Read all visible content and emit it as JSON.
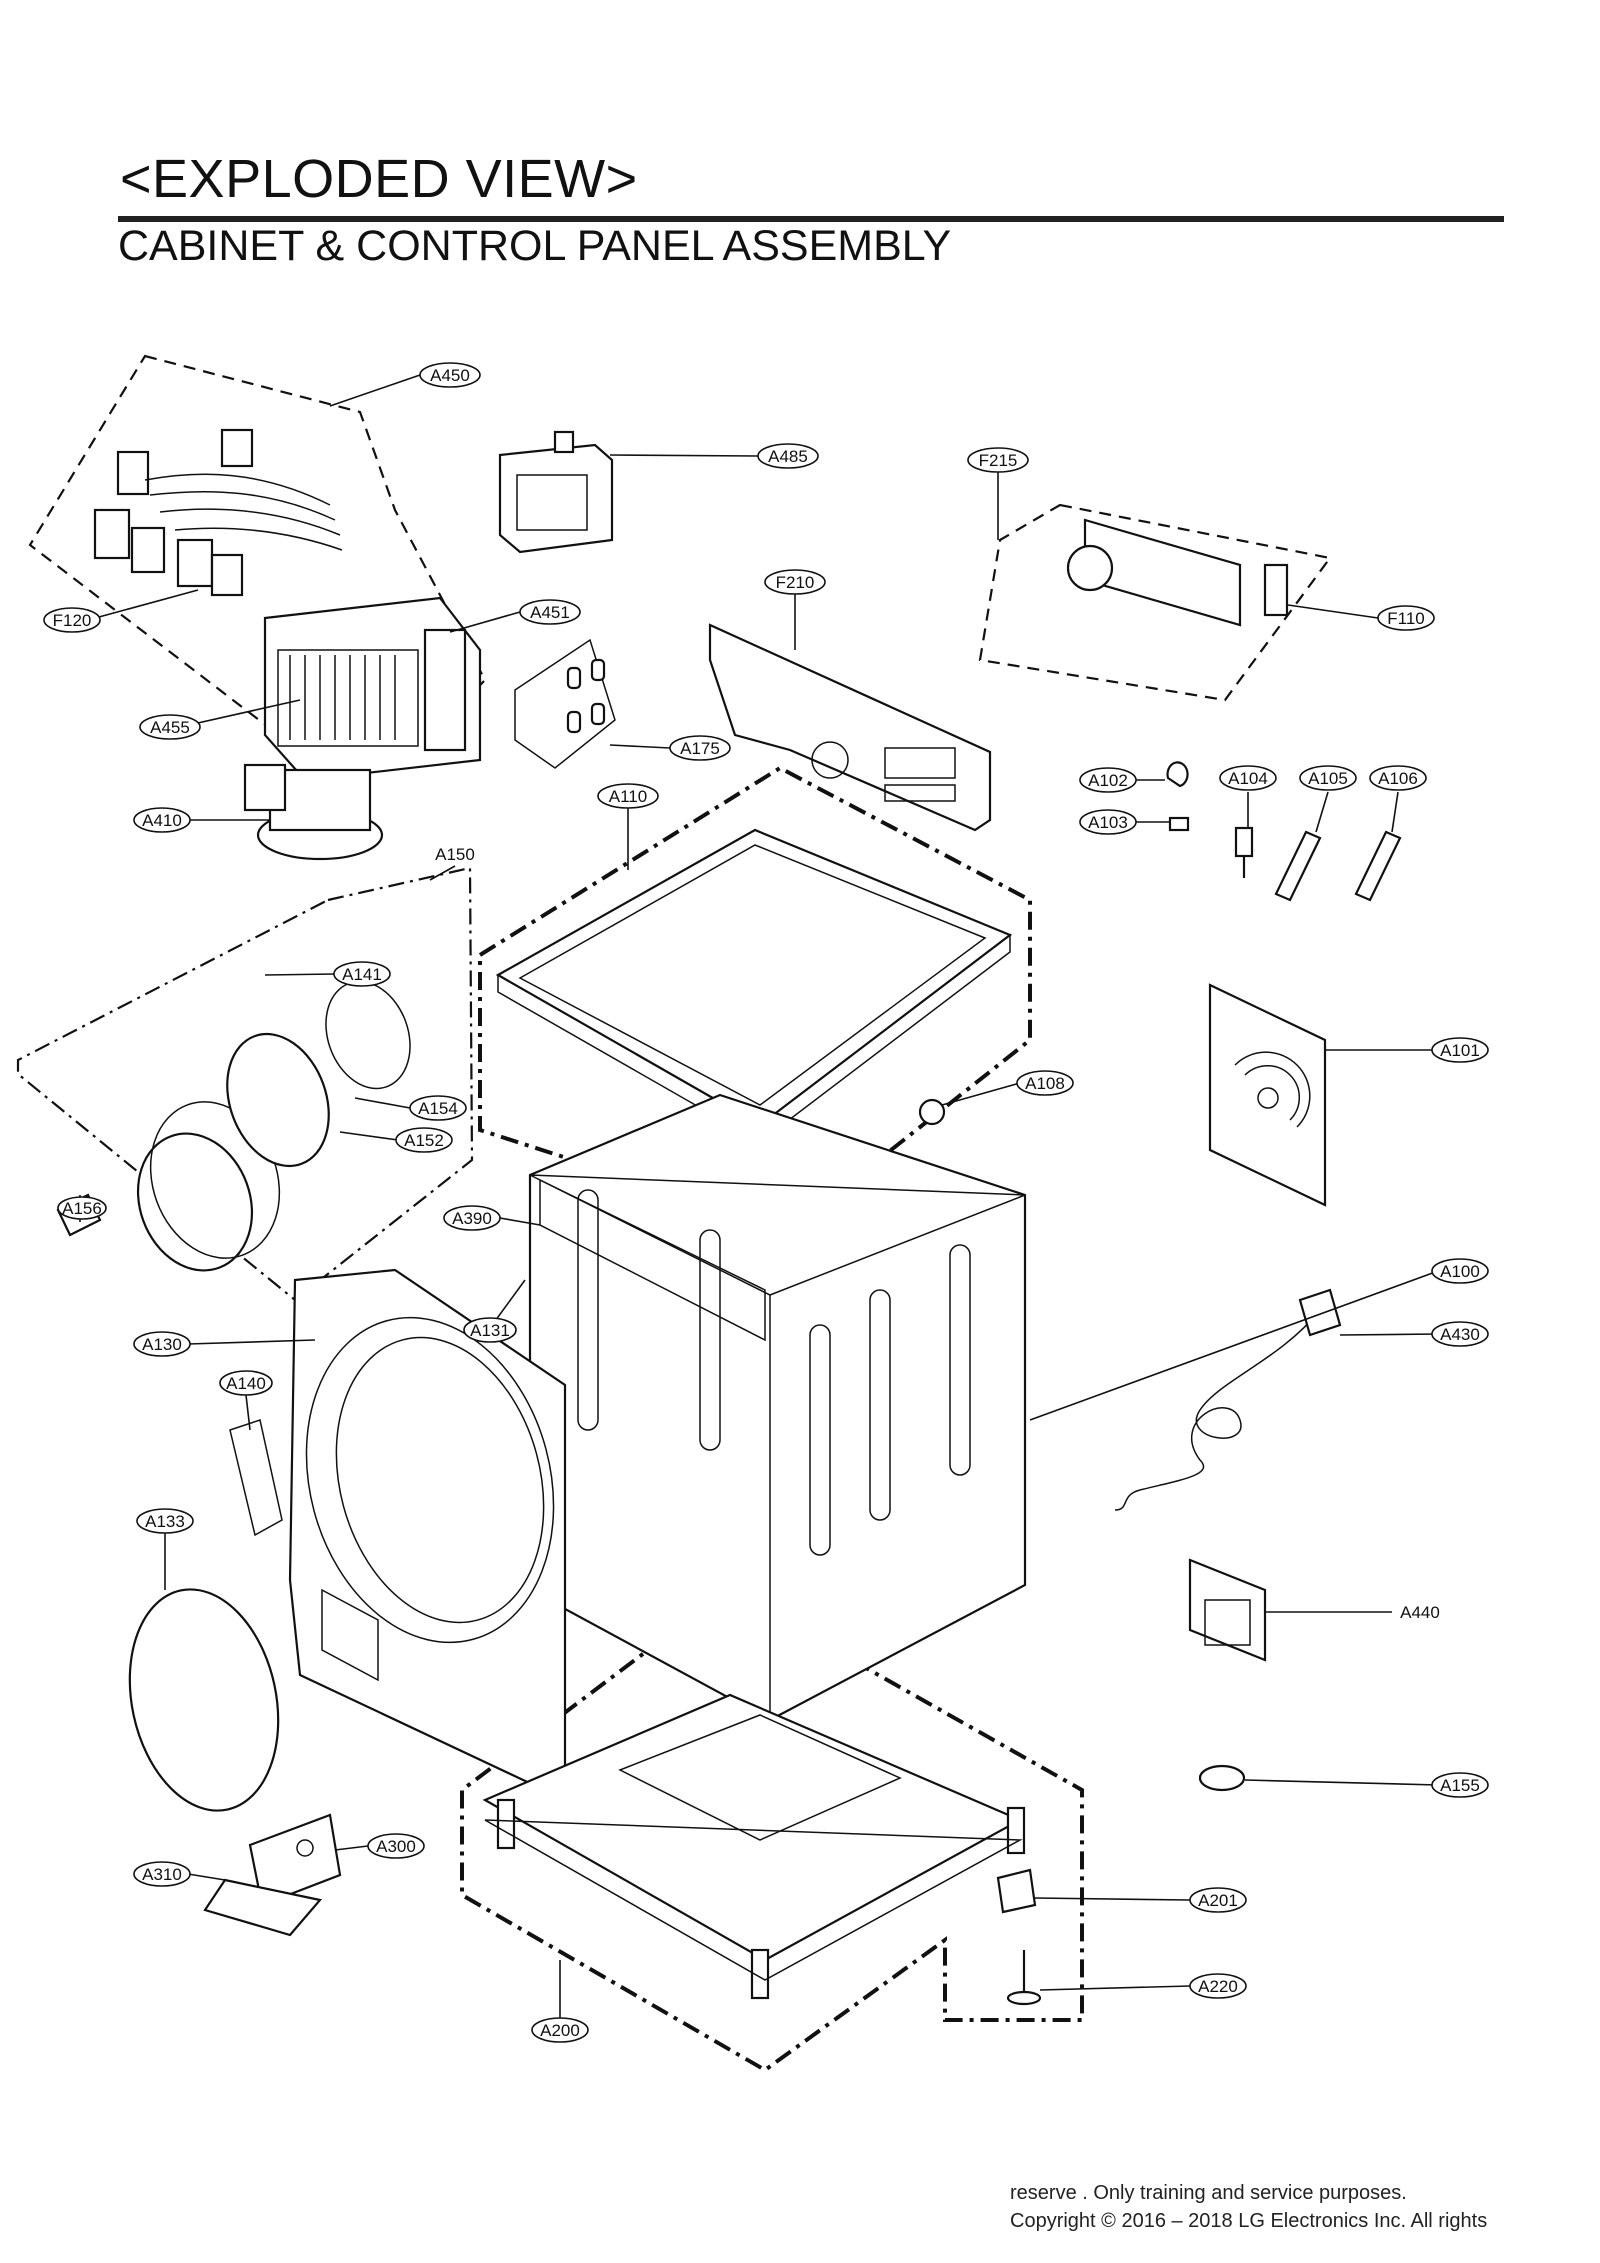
{
  "header": {
    "title": "<EXPLODED VIEW>",
    "subtitle": "CABINET & CONTROL  PANEL ASSEMBLY"
  },
  "parts": {
    "A450": "A450",
    "A485": "A485",
    "F215": "F215",
    "F210": "F210",
    "F120": "F120",
    "A451": "A451",
    "F110": "F110",
    "A455": "A455",
    "A175": "A175",
    "A110": "A110",
    "A102": "A102",
    "A104": "A104",
    "A105": "A105",
    "A106": "A106",
    "A103": "A103",
    "A410": "A410",
    "A150": "A150",
    "A141": "A141",
    "A101": "A101",
    "A108": "A108",
    "A154": "A154",
    "A152": "A152",
    "A156": "A156",
    "A390": "A390",
    "A100": "A100",
    "A131": "A131",
    "A430": "A430",
    "A130": "A130",
    "A140": "A140",
    "A133": "A133",
    "A440": "A440",
    "A155": "A155",
    "A300": "A300",
    "A310": "A310",
    "A201": "A201",
    "A220": "A220",
    "A200": "A200"
  },
  "footer": {
    "line1": "reserve  . Only training and service purposes.",
    "line2": "Copyright © 2016 – 2018 LG Electronics Inc. All rights"
  }
}
